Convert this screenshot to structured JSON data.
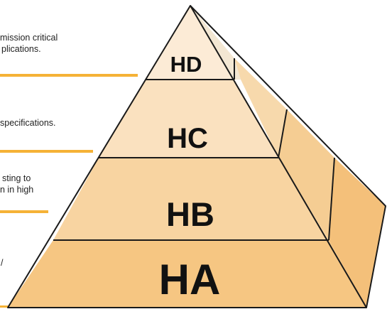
{
  "colors": {
    "tier_hd": "#fcebd6",
    "tier_hc": "#fae1bf",
    "tier_hb": "#f8d4a1",
    "tier_ha": "#f6c682",
    "side_hd": "#f3e7d3",
    "side_hc": "#f7d9ac",
    "side_hb": "#f5cd93",
    "side_ha": "#f4c07a",
    "connector_bar": "#f5b236",
    "outline": "#1a1a1a"
  },
  "levels": [
    {
      "id": "hd",
      "label": "HD"
    },
    {
      "id": "hc",
      "label": "HC"
    },
    {
      "id": "hb",
      "label": "HB"
    },
    {
      "id": "ha",
      "label": "HA"
    }
  ],
  "descriptions": {
    "hd": {
      "line1": "mission critical",
      "line2": "plications."
    },
    "hc": {
      "line1": "specifications."
    },
    "hb": {
      "line1": "sting  to",
      "line2": "n in high"
    },
    "ha": {
      "line1": "/"
    }
  }
}
